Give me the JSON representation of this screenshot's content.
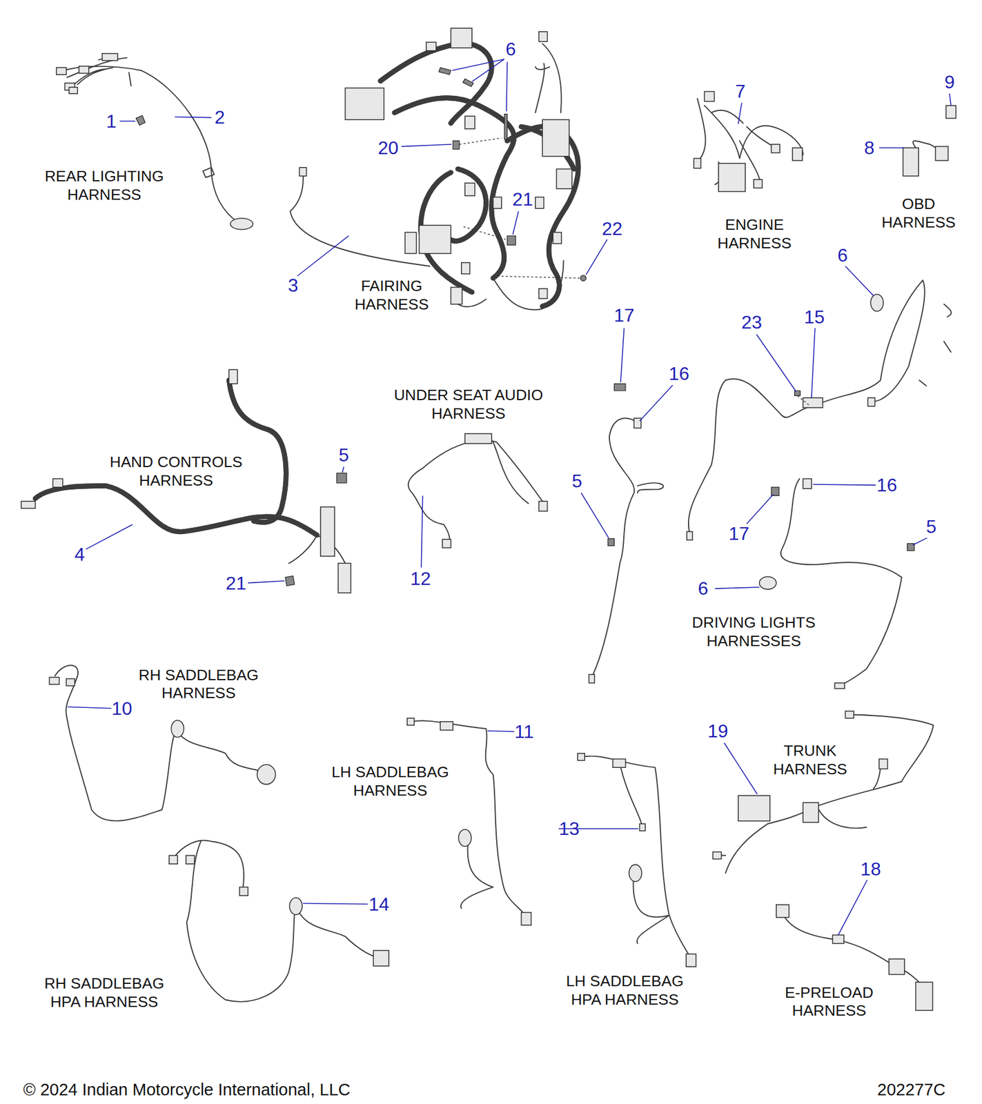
{
  "diagram": {
    "labels": [
      "1",
      "2",
      "REAR LIGHTING HARNESS",
      "6",
      "20",
      "21",
      "22",
      "3",
      "FAIRING HARNESS",
      "7",
      "ENGINE HARNESS",
      "9",
      "8",
      "OBD HARNESS",
      "17",
      "16",
      "6",
      "23",
      "15",
      "UNDER SEAT AUDIO HARNESS",
      "HAND CONTROLS HARNESS",
      "5",
      "4",
      "21",
      "12",
      "5",
      "16",
      "17",
      "5",
      "6",
      "DRIVING LIGHTS HARNESSES",
      "RH SADDLEBAG HARNESS",
      "10",
      "11",
      "LH SADDLEBAG HARNESS",
      "19",
      "TRUNK HARNESS",
      "13",
      "18",
      "14",
      "RH SADDLEBAG HPA HARNESS",
      "LH SADDLEBAG HPA HARNESS",
      "E-PRELOAD HARNESS",
      "© 2024 Indian Motorcycle International, LLC",
      "202277C"
    ]
  }
}
